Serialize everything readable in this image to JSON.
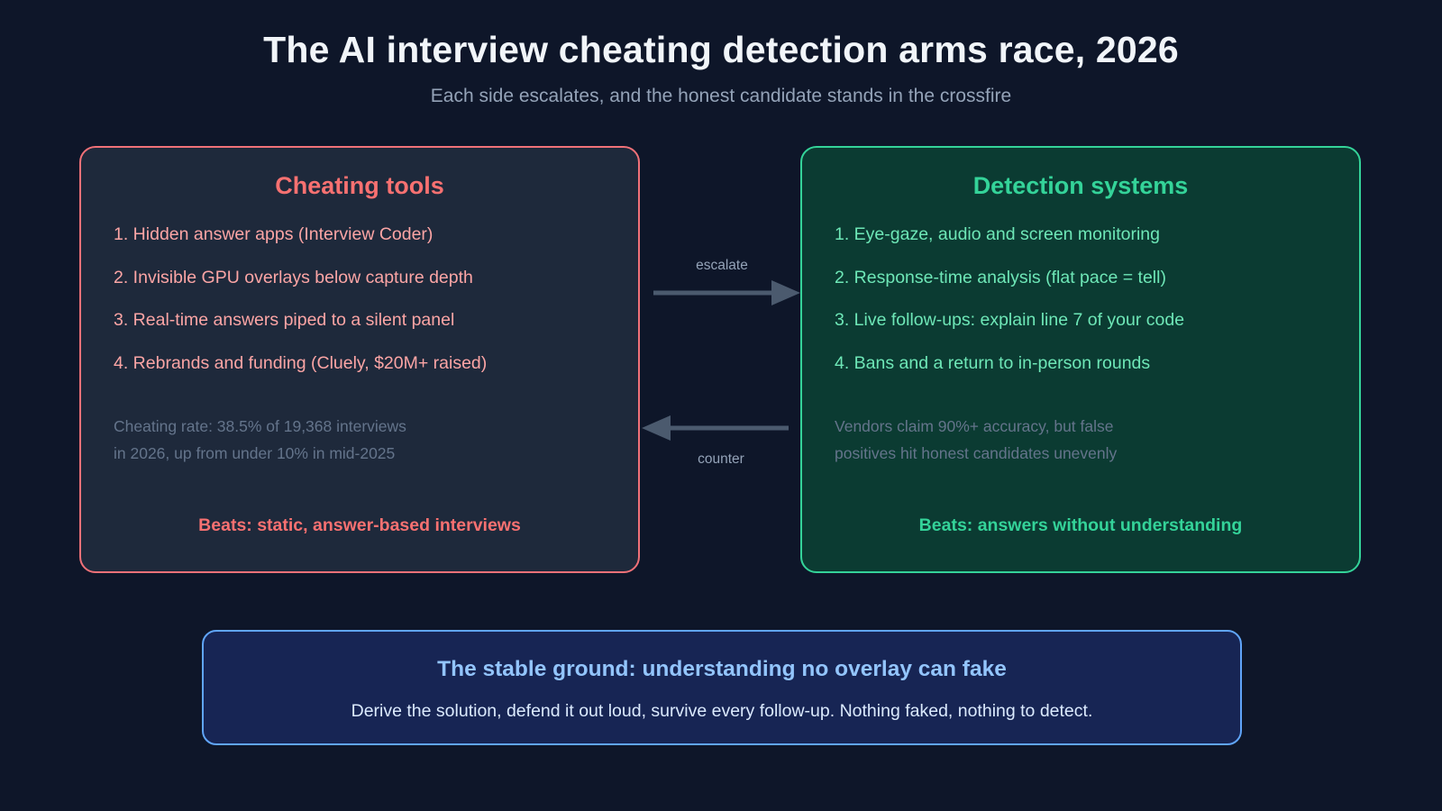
{
  "header": {
    "title": "The AI interview cheating detection arms race, 2026",
    "subtitle": "Each side escalates, and the honest candidate stands in the crossfire"
  },
  "cheating_panel": {
    "title": "Cheating tools",
    "items": [
      "1. Hidden answer apps (Interview Coder)",
      "2. Invisible GPU overlays below capture depth",
      "3. Real-time answers piped to a silent panel",
      "4. Rebrands and funding (Cluely, $20M+ raised)"
    ],
    "note_lines": [
      "Cheating rate: 38.5% of 19,368 interviews",
      "in 2026, up from under 10% in mid-2025"
    ],
    "beats": "Beats: static, answer-based interviews"
  },
  "detection_panel": {
    "title": "Detection systems",
    "items": [
      "1. Eye-gaze, audio and screen monitoring",
      "2. Response-time analysis (flat pace = tell)",
      "3. Live follow-ups: explain line 7 of your code",
      "4. Bans and a return to in-person rounds"
    ],
    "note_lines": [
      "Vendors claim 90%+ accuracy, but false",
      "positives hit honest candidates unevenly"
    ],
    "beats": "Beats: answers without understanding"
  },
  "arrows": {
    "escalate_label": "escalate",
    "counter_label": "counter",
    "color": "#4b5a6e"
  },
  "bottom_box": {
    "title": "The stable ground: understanding no overlay can fake",
    "text": "Derive the solution, defend it out loud, survive every follow-up. Nothing faked, nothing to detect."
  },
  "colors": {
    "background": "#0e1629",
    "cheating_accent": "#f87171",
    "detection_accent": "#34d399",
    "stable_accent": "#60a5fa"
  }
}
